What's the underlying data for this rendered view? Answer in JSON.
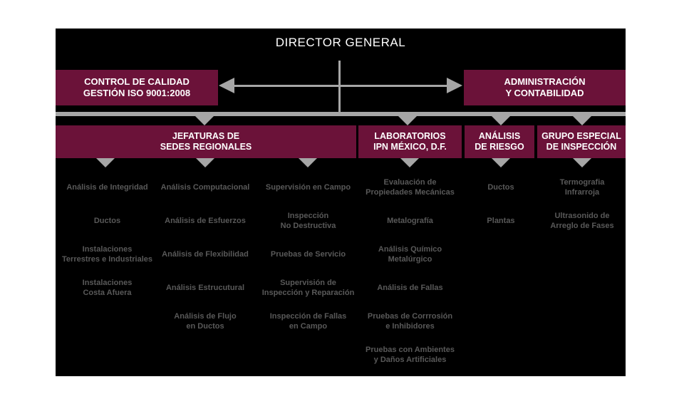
{
  "colors": {
    "background": "#ffffff",
    "panel": "#000000",
    "accent_maroon": "#6b1239",
    "connector_gray": "#a6a6a6",
    "list_text_gray": "#595959",
    "box_text": "#ffffff"
  },
  "header": {
    "title": "DIRECTOR GENERAL"
  },
  "side_boxes": {
    "left": {
      "label": "CONTROL DE CALIDAD\nGESTIÓN ISO 9001:2008"
    },
    "right": {
      "label": "ADMINISTRACIÓN\nY CONTABILIDAD"
    }
  },
  "departments": [
    {
      "label": "JEFATURAS DE\nSEDES REGIONALES"
    },
    {
      "label": "LABORATORIOS\nIPN MÉXICO, D.F."
    },
    {
      "label": "ANÁLISIS\nDE RIESGO"
    },
    {
      "label": "GRUPO ESPECIAL\nDE INSPECCIÓN"
    }
  ],
  "columns": [
    {
      "items": [
        "Análisis de Integridad",
        "Ductos",
        "Instalaciones\nTerrestres e Industriales",
        "Instalaciones\nCosta Afuera"
      ]
    },
    {
      "items": [
        "Análisis Computacional",
        "Análisis de Esfuerzos",
        "Análisis de Flexibilidad",
        "Análisis Estrucutural",
        "Análisis de Flujo\nen Ductos"
      ]
    },
    {
      "items": [
        "Supervisión en Campo",
        "Inspección\nNo Destructiva",
        "Pruebas de Servicio",
        "Supervisión de\nInspección y Reparación",
        "Inspección de Fallas\nen Campo"
      ]
    },
    {
      "items": [
        "Evaluación de\nPropiedades Mecánicas",
        "Metalografía",
        "Análisis Químico\nMetalúrgico",
        "Análisis de Fallas",
        "Pruebas de Corrrosión\ne Inhibidores",
        "Pruebas con Ambientes\ny Daños Artificiales"
      ]
    },
    {
      "items": [
        "Ductos",
        "Plantas"
      ]
    },
    {
      "items": [
        "Termografia\nInfrarroja",
        "Ultrasonido de\nArreglo de Fases"
      ]
    }
  ]
}
